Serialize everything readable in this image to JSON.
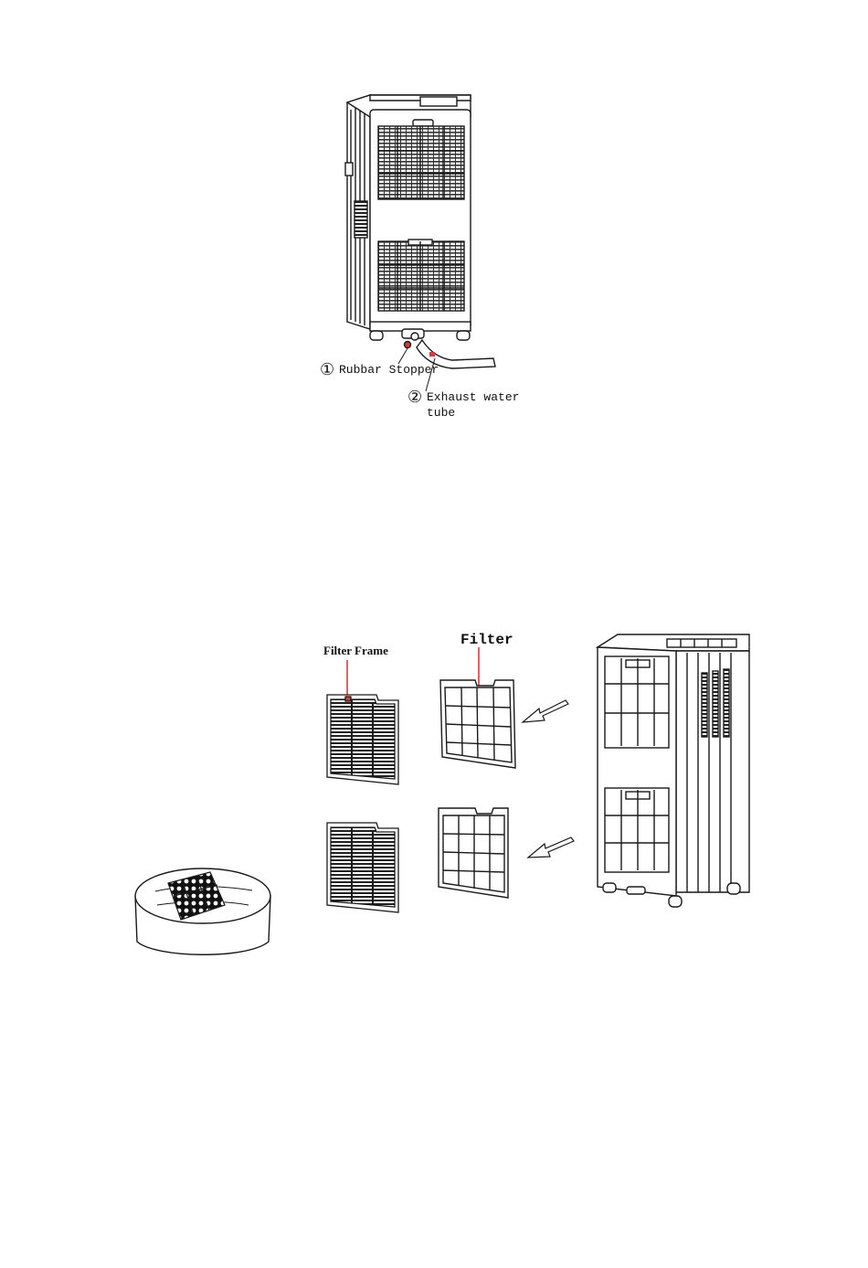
{
  "fig1": {
    "callout_1_num": "①",
    "callout_1_text": "Rubbar Stopper",
    "callout_2_num": "②",
    "callout_2_text_line1": "Exhaust water",
    "callout_2_text_line2": "tube"
  },
  "fig2": {
    "filter_frame_label": "Filter Frame",
    "filter_label": "Filter"
  },
  "colors": {
    "line": "#1a1a1a",
    "accent": "#d83a3a"
  }
}
